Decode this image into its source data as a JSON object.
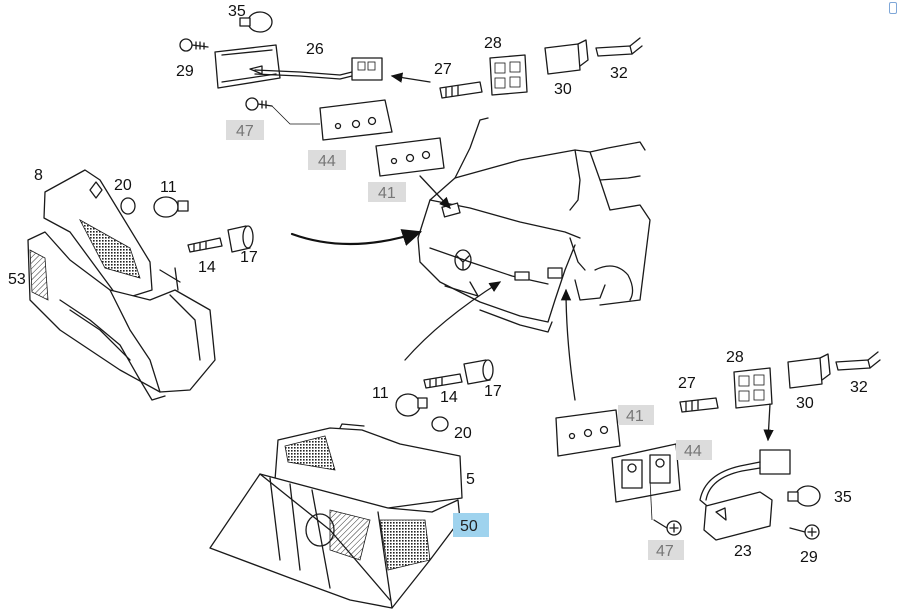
{
  "diagram": {
    "labels": [
      {
        "id": "p35a",
        "text": "35",
        "style": "plain"
      },
      {
        "id": "p26",
        "text": "26",
        "style": "plain"
      },
      {
        "id": "p28a",
        "text": "28",
        "style": "plain"
      },
      {
        "id": "p29a",
        "text": "29",
        "style": "plain"
      },
      {
        "id": "p27a",
        "text": "27",
        "style": "plain"
      },
      {
        "id": "p32a",
        "text": "32",
        "style": "plain"
      },
      {
        "id": "p30a",
        "text": "30",
        "style": "plain"
      },
      {
        "id": "p47a",
        "text": "47",
        "style": "grey"
      },
      {
        "id": "p44a",
        "text": "44",
        "style": "grey"
      },
      {
        "id": "p41a",
        "text": "41",
        "style": "grey"
      },
      {
        "id": "p8",
        "text": "8",
        "style": "plain"
      },
      {
        "id": "p20a",
        "text": "20",
        "style": "plain"
      },
      {
        "id": "p11a",
        "text": "11",
        "style": "plain"
      },
      {
        "id": "p14a",
        "text": "14",
        "style": "plain"
      },
      {
        "id": "p17a",
        "text": "17",
        "style": "plain"
      },
      {
        "id": "p53",
        "text": "53",
        "style": "plain"
      },
      {
        "id": "p11b",
        "text": "11",
        "style": "plain"
      },
      {
        "id": "p14b",
        "text": "14",
        "style": "plain"
      },
      {
        "id": "p17b",
        "text": "17",
        "style": "plain"
      },
      {
        "id": "p20b",
        "text": "20",
        "style": "plain"
      },
      {
        "id": "p5",
        "text": "5",
        "style": "plain"
      },
      {
        "id": "p50",
        "text": "50",
        "style": "highlight"
      },
      {
        "id": "p28b",
        "text": "28",
        "style": "plain"
      },
      {
        "id": "p27b",
        "text": "27",
        "style": "plain"
      },
      {
        "id": "p32b",
        "text": "32",
        "style": "plain"
      },
      {
        "id": "p30b",
        "text": "30",
        "style": "plain"
      },
      {
        "id": "p41b",
        "text": "41",
        "style": "grey"
      },
      {
        "id": "p44b",
        "text": "44",
        "style": "grey"
      },
      {
        "id": "p35b",
        "text": "35",
        "style": "plain"
      },
      {
        "id": "p47b",
        "text": "47",
        "style": "grey"
      },
      {
        "id": "p23",
        "text": "23",
        "style": "plain"
      },
      {
        "id": "p29b",
        "text": "29",
        "style": "plain"
      }
    ]
  },
  "colors": {
    "highlight_bg": "#9fd3ee",
    "grey_bg": "#dcdcdc",
    "line": "#1a1a1a"
  },
  "icons": {
    "corner": "scroll-indicator-icon"
  }
}
